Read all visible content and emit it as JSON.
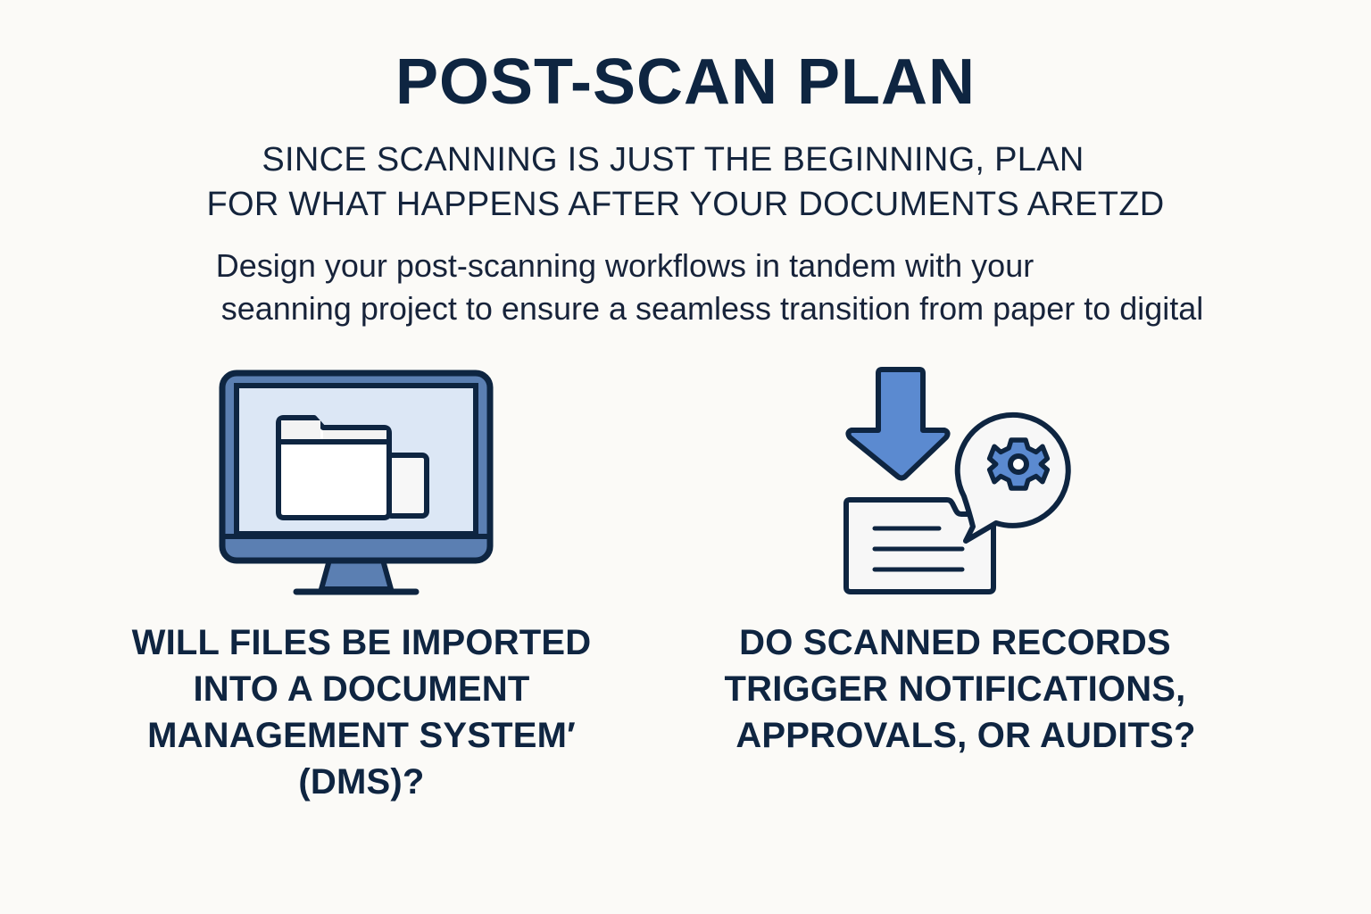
{
  "header": {
    "title": "POST-SCAN PLAN",
    "subheading_lines": [
      "SINCE SCANNING IS JUST THE BEGINNING, PLAN",
      "FOR WHAT HAPPENS AFTER YOUR DOCUMENTS ARETZD"
    ],
    "description_lines": [
      "Design your post-scanning workflows in tandem with your",
      "seanning project to ensure a seamless transition from paper to digital"
    ]
  },
  "cards": [
    {
      "icon": "monitor-folder-icon",
      "question_lines": [
        "WILL FILES BE IMPORTED",
        "INTO A DOCUMENT",
        "MANAGEMENT SYSTEM′",
        "(DMS)?"
      ]
    },
    {
      "icon": "download-document-gear-icon",
      "question_lines": [
        "DO SCANNED RECORDS",
        "TRIGGER NOTIFICATIONS,",
        "APPROVALS, OR AUDITS?"
      ]
    }
  ],
  "colors": {
    "background": "#fbfaf7",
    "navy": "#0e2541",
    "accent_blue": "#4f78b3",
    "light_blue": "#dbe6f4",
    "mid_blue": "#5b7fb2"
  }
}
